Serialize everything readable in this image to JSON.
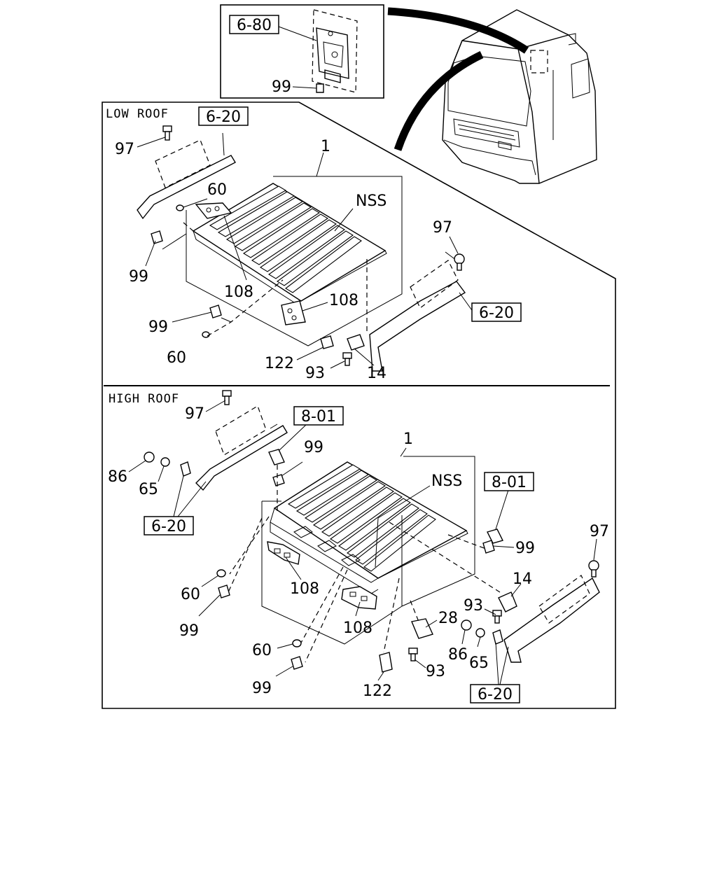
{
  "sections": {
    "low_roof": "LOW ROOF",
    "high_roof": "HIGH ROOF"
  },
  "inset": {
    "ref": "6-80",
    "part_99": "99"
  },
  "low": {
    "ref_top": "6-20",
    "ref_right": "6-20",
    "p97_left": "97",
    "p60_top": "60",
    "p1": "1",
    "nss": "NSS",
    "p97_right": "97",
    "p99_left": "99",
    "p108_left": "108",
    "p108_right": "108",
    "p99_bottom": "99",
    "p60_bottom": "60",
    "p122": "122",
    "p93": "93",
    "p14": "14"
  },
  "high": {
    "p97_left": "97",
    "ref_801_left": "8-01",
    "p99_top": "99",
    "p1": "1",
    "p86_left": "86",
    "p65_left": "65",
    "nss": "NSS",
    "ref_801_right": "8-01",
    "ref_620_left": "6-20",
    "p99_right": "99",
    "p97_right": "97",
    "p14": "14",
    "p60_mid": "60",
    "p108_left": "108",
    "p93_right": "93",
    "p28": "28",
    "p99_mid": "99",
    "p108_right": "108",
    "p86_right": "86",
    "p65_right": "65",
    "p60_low": "60",
    "p93_bottom": "93",
    "p99_low": "99",
    "p122": "122",
    "ref_620_bottom": "6-20"
  }
}
